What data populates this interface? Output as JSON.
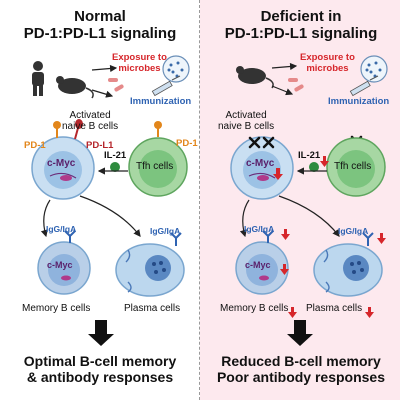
{
  "left": {
    "title_line1": "Normal",
    "title_line2": "PD-1:PD-L1 signaling",
    "exposure_line1": "Exposure to",
    "exposure_line2": "microbes",
    "immunization": "Immunization",
    "activated_line1": "Activated",
    "activated_line2": "naive B cells",
    "pd1": "PD-1",
    "pdl1": "PD-L1",
    "pd1_tfh": "PD-1",
    "il21": "IL-21",
    "cmyc": "c-Myc",
    "tfh": "Tfh cells",
    "igg_left": "IgG/IgA",
    "igg_right": "IgG/IgA",
    "cmyc_memory": "c-Myc",
    "memory": "Memory B cells",
    "plasma": "Plasma cells",
    "result_line1": "Optimal B-cell memory",
    "result_line2": "& antibody responses"
  },
  "right": {
    "title_line1": "Deficient in",
    "title_line2": "PD-1:PD-L1 signaling",
    "exposure_line1": "Exposure to",
    "exposure_line2": "microbes",
    "immunization": "Immunization",
    "activated_line1": "Activated",
    "activated_line2": "naive B cells",
    "il21": "IL-21",
    "cmyc": "c-Myc",
    "tfh": "Tfh cells",
    "igg_left": "IgG/IgA",
    "igg_right": "IgG/IgA",
    "cmyc_memory": "c-Myc",
    "memory": "Memory B cells",
    "plasma": "Plasma cells",
    "result_line1": "Reduced B-cell memory",
    "result_line2": "Poor antibody responses"
  },
  "colors": {
    "title": "#111111",
    "exposure_red": "#d6262b",
    "immunization_blue": "#2f63b2",
    "pd1_orange": "#e2861b",
    "pdl1_red": "#b5262b",
    "bcell_blue": "#c9dff2",
    "tfh_green": "#7cc47f",
    "plasma_blue": "#bcd7ee",
    "right_background": "#fde9ee",
    "down_arrow": "#d6262b"
  },
  "icons": [
    "human-icon",
    "mouse-icon",
    "pill-icon",
    "petri-dish-icon",
    "syringe-icon",
    "x-mark-icon",
    "down-arrow-icon",
    "block-arrow-icon"
  ]
}
